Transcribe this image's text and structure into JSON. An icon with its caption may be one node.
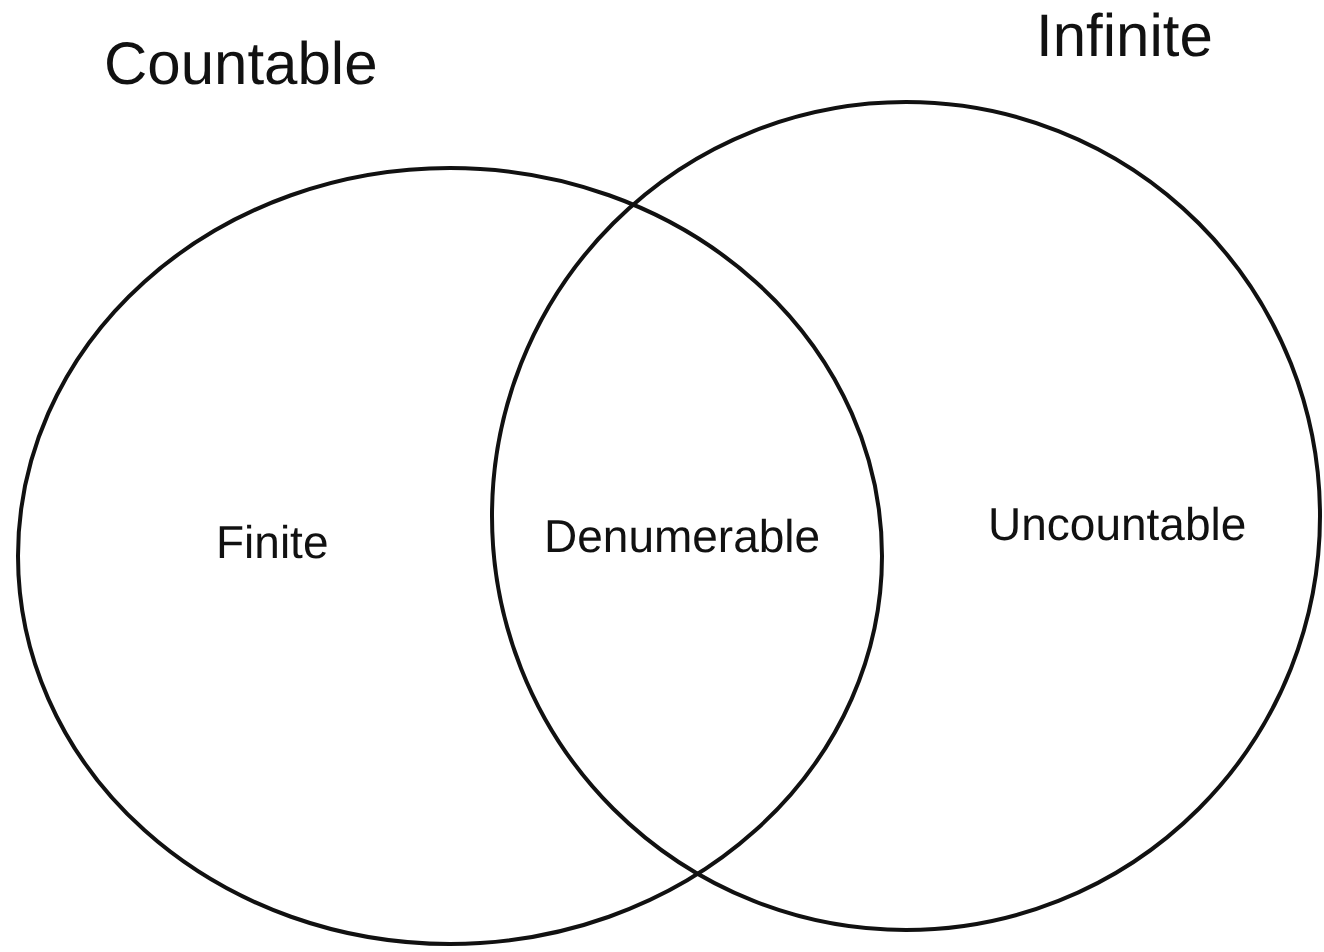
{
  "diagram": {
    "nodes": [
      {
        "text": [
          "Countable"
        ]
      },
      {
        "text": [
          "Infinite"
        ]
      }
    ],
    "labels": [
      "Finite",
      "Denumerable",
      "Uncountable"
    ]
  }
}
